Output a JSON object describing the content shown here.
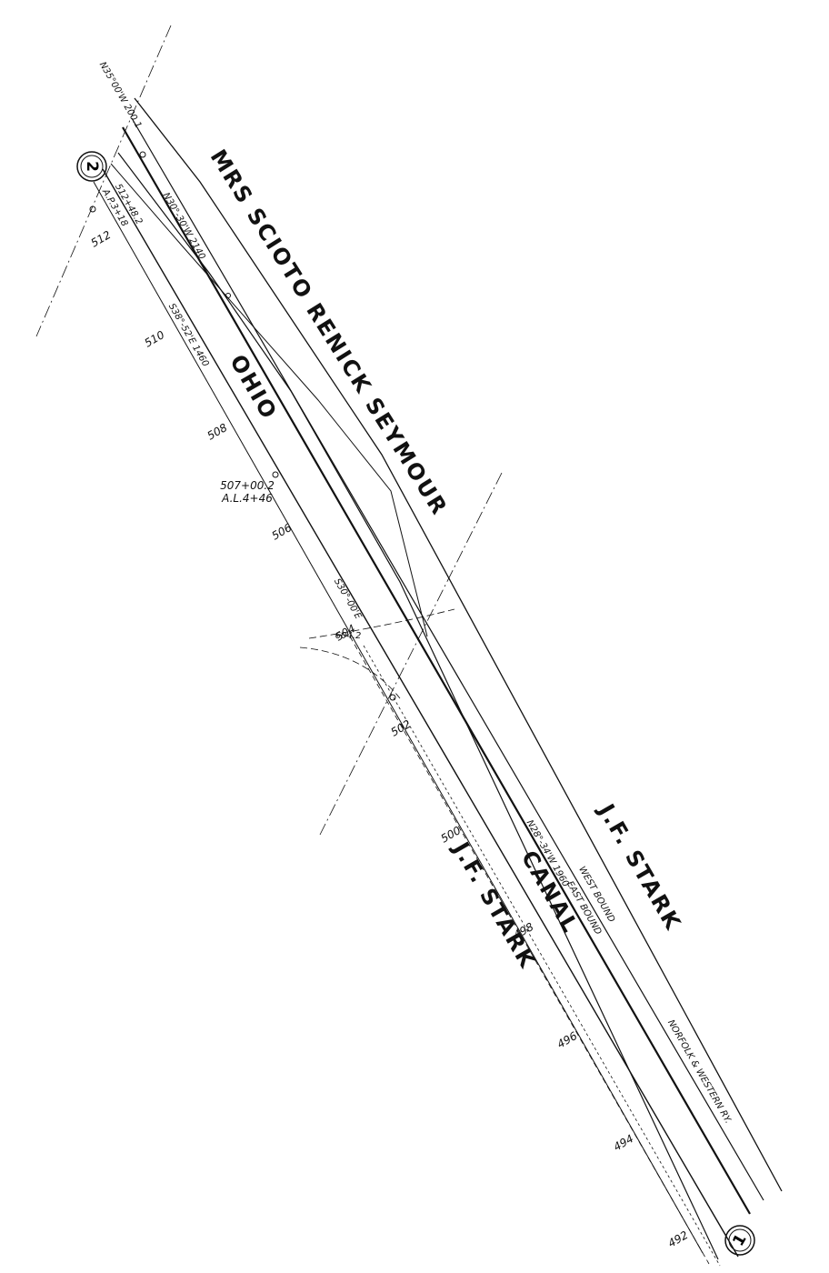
{
  "labels": {
    "owner_top": "MRS SCIOTO RENICK SEYMOUR",
    "ohio": "OHIO",
    "canal": "CANAL",
    "owner_right": "J.F. STARK",
    "owner_bottom": "J.F. STARK",
    "railroad": "NORFOLK & WESTERN RY.",
    "west_bound": "WEST BOUND",
    "east_bound": "EAST BOUND",
    "top_note": "N35°00'W 200.1",
    "pt2_station": "512+48.2",
    "pt2_ap": "A.P.3+18",
    "bearing1": "S38°-52'E 1460",
    "station_mid": "507+00.2",
    "al_mid": "A.L.4+46",
    "bearing2": "S30°-00'E",
    "offset_note": "604.2",
    "rr_bearing_top": "N30°-30'W 2140",
    "rr_bearing_bottom": "N28°-34'W 1960"
  },
  "stations": [
    "512",
    "510",
    "508",
    "506",
    "504",
    "502",
    "500",
    "498",
    "496",
    "494",
    "492"
  ],
  "markers": {
    "point_2": "2",
    "point_1": "1"
  }
}
